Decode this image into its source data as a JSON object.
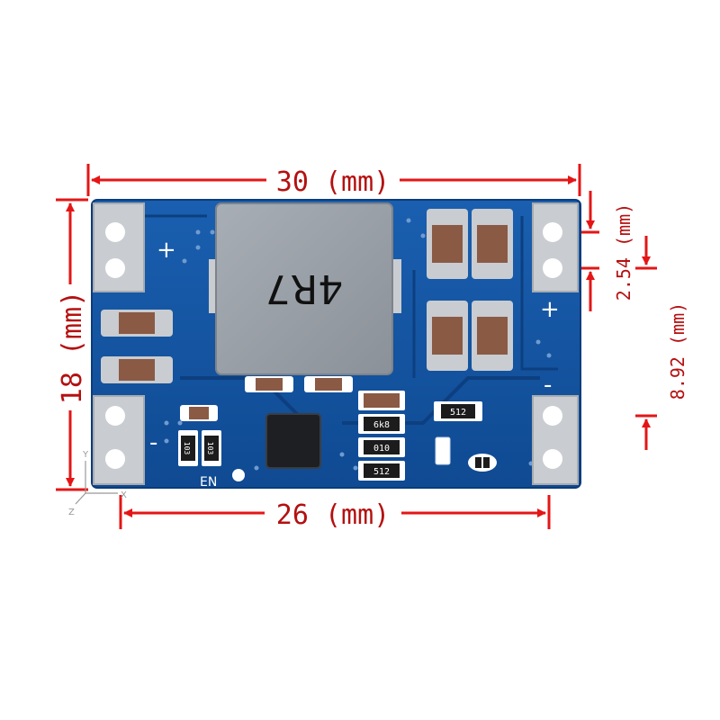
{
  "dimensions": {
    "width_label": "30 (mm)",
    "height_label": "18 (mm)",
    "hole_span_label": "26 (mm)",
    "pin_pitch_label": "2.54 (mm)",
    "pin_offset_label": "8.92 (mm)"
  },
  "board": {
    "inductor_marking": "4R7",
    "plus_left": "+",
    "plus_right": "+",
    "minus_left": "-",
    "minus_right": "-",
    "en_label": "EN",
    "resistor_512_a": "512",
    "resistor_512_b": "512",
    "resistor_103": "103",
    "resistor_103_b": "103",
    "resistor_6k8": "6k8",
    "resistor_010": "010"
  },
  "axes": {
    "x": "X",
    "y": "Y",
    "z": "Z"
  },
  "colors": {
    "pcb": "#124f9c",
    "pcb_dark": "#0b3c7b",
    "copper_pad": "#c9ccd0",
    "inductor": "#9aa0a7",
    "dimension_red": "#e51515"
  }
}
